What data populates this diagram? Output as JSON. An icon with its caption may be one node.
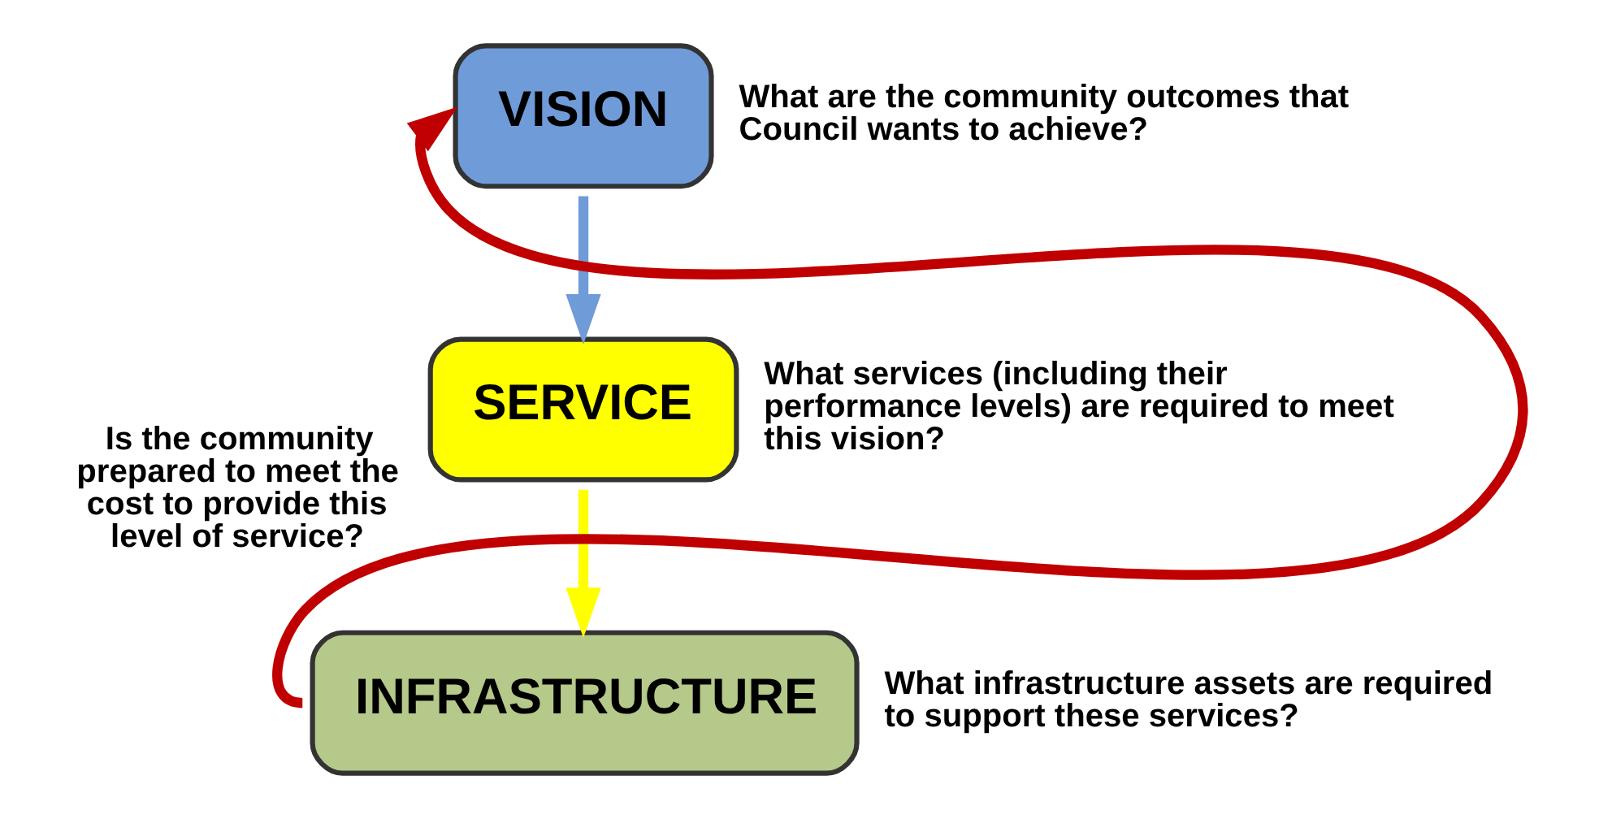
{
  "diagram": {
    "nodes": [
      {
        "text": [
          "VISION"
        ],
        "beside": [
          "What are the community outcomes that Council wants to achieve?"
        ]
      },
      {
        "text": [
          "SERVICE"
        ],
        "beside": [
          "What services (including their performance levels) are required to meet this vision?"
        ]
      },
      {
        "text": [
          "INFRASTRUCTURE"
        ],
        "beside": [
          "What infrastructure assets are required to support these services?"
        ]
      }
    ],
    "edges": [
      {
        "from": 0,
        "to": 1,
        "arrow": "to",
        "color": "#6f9bd8"
      },
      {
        "from": 1,
        "to": 2,
        "arrow": "to",
        "color": "#ffff00"
      },
      {
        "from": 2,
        "to": 0,
        "arrow": "to",
        "color": "#c00000",
        "label": "Is the community prepared to meet the cost to provide this level of service?"
      }
    ]
  }
}
